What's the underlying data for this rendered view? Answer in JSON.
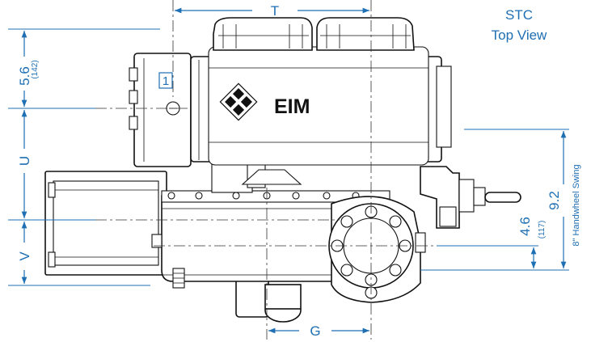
{
  "view_title": [
    "STC",
    "Top View"
  ],
  "brand": "EIM",
  "callout": "1",
  "dimensions": {
    "T": "T",
    "U": "U",
    "V": "V",
    "G": "G",
    "d_5_6": "5.6",
    "d_5_6_mm": "(142)",
    "d_4_6": "4.6",
    "d_4_6_mm": "(117)",
    "d_9_2": "9.2",
    "handwheel_note": "8\" Handwheel Swing"
  }
}
